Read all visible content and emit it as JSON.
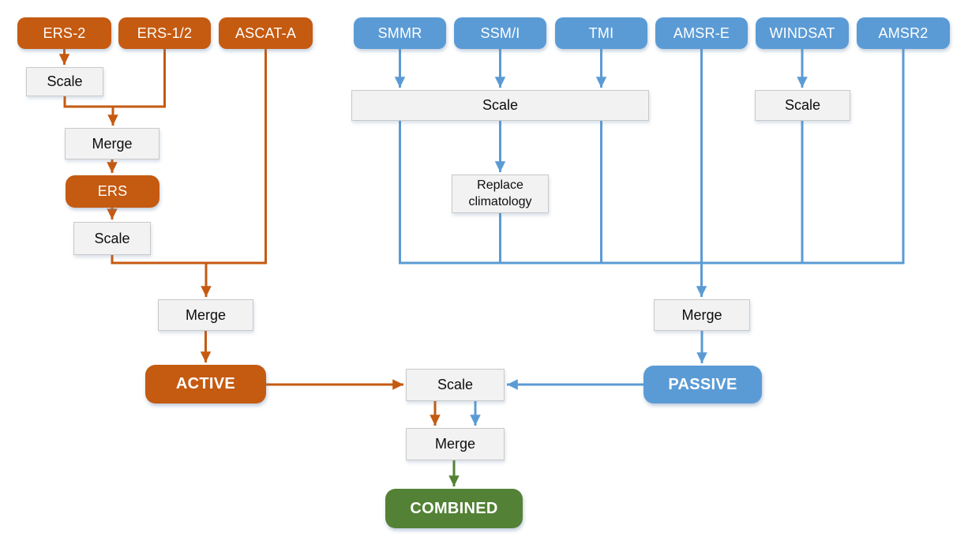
{
  "colors": {
    "active": "#C55A11",
    "passive": "#5B9BD5",
    "combined": "#538135",
    "process_fill": "#F2F2F2",
    "process_border": "#C9C9C9"
  },
  "nodes": {
    "ers2": {
      "label": "ERS-2"
    },
    "ers12": {
      "label": "ERS-1/2"
    },
    "ascat_a": {
      "label": "ASCAT-A"
    },
    "smmr": {
      "label": "SMMR"
    },
    "ssmi": {
      "label": "SSM/I"
    },
    "tmi": {
      "label": "TMI"
    },
    "amsr_e": {
      "label": "AMSR-E"
    },
    "windsat": {
      "label": "WINDSAT"
    },
    "amsr2": {
      "label": "AMSR2"
    },
    "scale_ers2": {
      "label": "Scale"
    },
    "merge_ers": {
      "label": "Merge"
    },
    "ers": {
      "label": "ERS"
    },
    "scale_ers": {
      "label": "Scale"
    },
    "merge_active": {
      "label": "Merge"
    },
    "active": {
      "label": "ACTIVE"
    },
    "scale_passive": {
      "label": "Scale"
    },
    "replace_climatology": {
      "label": "Replace climatology"
    },
    "scale_windsat": {
      "label": "Scale"
    },
    "merge_passive": {
      "label": "Merge"
    },
    "passive": {
      "label": "PASSIVE"
    },
    "scale_final": {
      "label": "Scale"
    },
    "merge_final": {
      "label": "Merge"
    },
    "combined": {
      "label": "COMBINED"
    }
  }
}
